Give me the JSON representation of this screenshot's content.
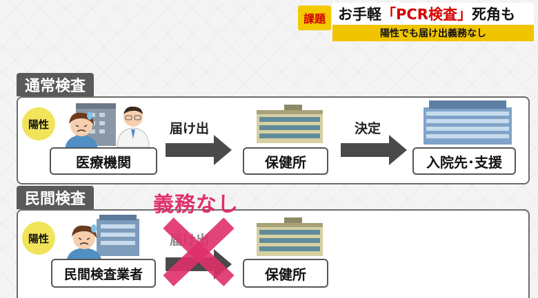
{
  "header": {
    "tag": "課題",
    "title_prefix": "お手軽",
    "title_highlight": "「PCR検査」",
    "title_suffix": "死角も",
    "subtitle": "陽性でも届け出義務なし"
  },
  "sections": [
    {
      "label": "通常検査",
      "badge": "陽性",
      "origin": "医療機関",
      "step1_label": "届け出",
      "step1_target": "保健所",
      "step2_label": "決定",
      "step2_target": "入院先･支援"
    },
    {
      "label": "民間検査",
      "badge": "陽性",
      "origin": "民間検査業者",
      "step1_label": "届け出",
      "step1_target": "保健所",
      "annotation": "義務なし"
    }
  ],
  "colors": {
    "accent_yellow": "#f3c900",
    "alert_red": "#d40000",
    "cross_pink": "#e0306a",
    "badge_yellow": "#f1e45a",
    "arrow_gray": "#4a4a4a"
  },
  "icons": [
    "patient-icon",
    "doctor-icon",
    "hospital-building-icon",
    "health-center-building-icon",
    "large-hospital-icon",
    "cross-mark-icon",
    "arrow-right-icon"
  ]
}
